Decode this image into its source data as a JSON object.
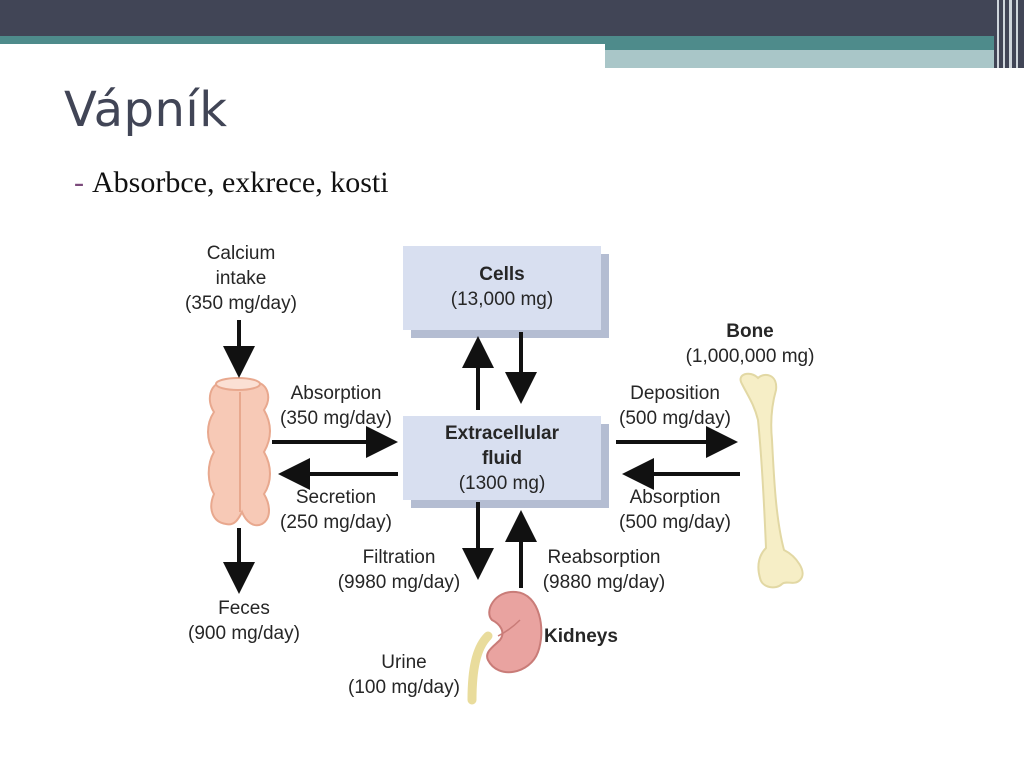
{
  "slide": {
    "title": "Vápník",
    "bullet": "Absorbce, exkrece, kosti"
  },
  "diagram": {
    "intake": {
      "line1": "Calcium",
      "line2": "intake",
      "line3": "(350 mg/day)"
    },
    "cells": {
      "name": "Cells",
      "amount": "(13,000 mg)"
    },
    "ecf": {
      "line1": "Extracellular",
      "line2": "fluid",
      "amount": "(1300 mg)"
    },
    "bone": {
      "name": "Bone",
      "amount": "(1,000,000 mg)"
    },
    "gut_absorption": {
      "name": "Absorption",
      "rate": "(350 mg/day)"
    },
    "gut_secretion": {
      "name": "Secretion",
      "rate": "(250 mg/day)"
    },
    "bone_deposition": {
      "name": "Deposition",
      "rate": "(500 mg/day)"
    },
    "bone_absorption": {
      "name": "Absorption",
      "rate": "(500 mg/day)"
    },
    "filtration": {
      "name": "Filtration",
      "rate": "(9980 mg/day)"
    },
    "reabsorption": {
      "name": "Reabsorption",
      "rate": "(9880 mg/day)"
    },
    "feces": {
      "name": "Feces",
      "rate": "(900 mg/day)"
    },
    "kidneys": {
      "name": "Kidneys"
    },
    "urine": {
      "name": "Urine",
      "rate": "(100 mg/day)"
    }
  },
  "colors": {
    "header_dark": "#414556",
    "header_teal": "#4e8b8b",
    "header_light": "#a9c6c8",
    "box_fill": "#d8dff0",
    "box_shadow": "#b4bdd2",
    "intestine": "#f7c9b6",
    "bone": "#f6eec6",
    "kidney": "#e9a3a0"
  }
}
